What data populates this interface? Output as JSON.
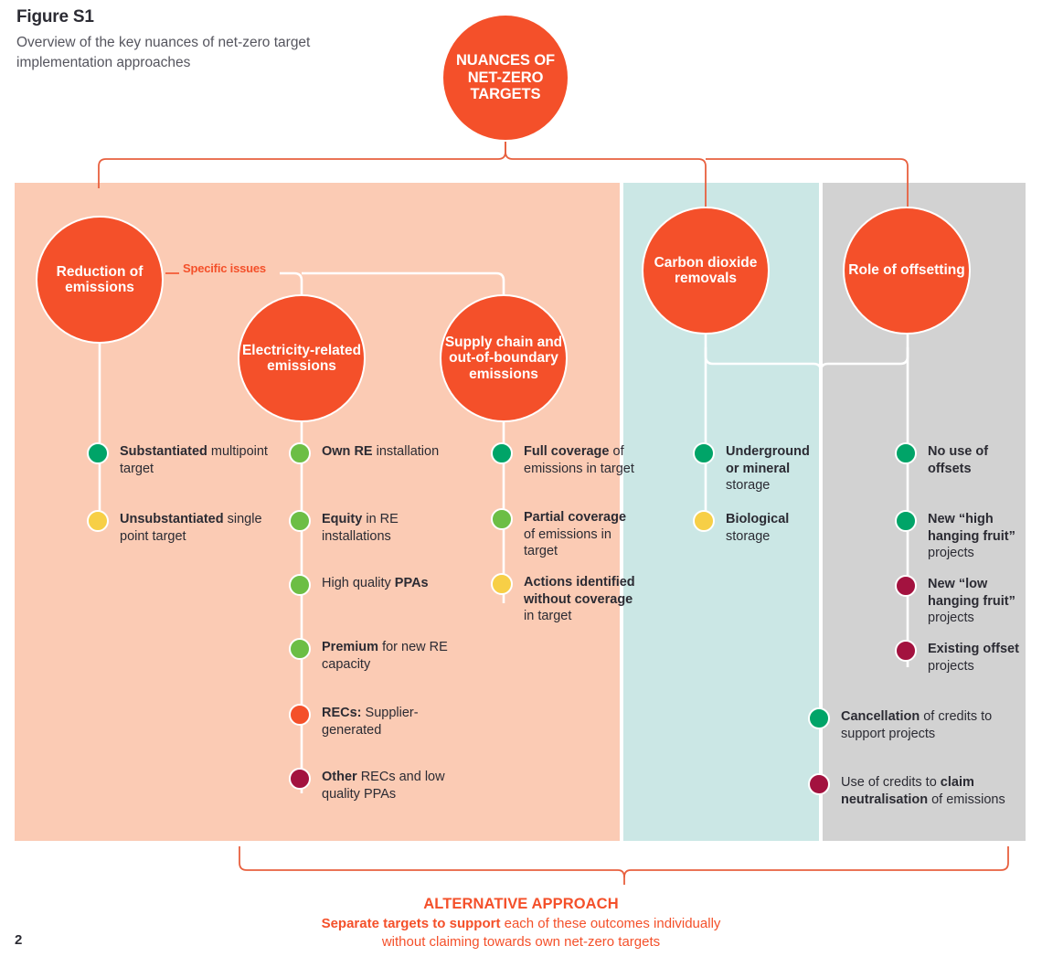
{
  "figure": {
    "title": "Figure S1",
    "subtitle": "Overview of the key nuances of net-zero target implementation approaches",
    "page_number": "2"
  },
  "colors": {
    "orange": "#f4502a",
    "panel_reduction": "#fbcbb4",
    "panel_cdr": "#cbe7e5",
    "panel_offset": "#d2d2d2",
    "dot_green": "#00a468",
    "dot_light_green": "#6cbe45",
    "dot_yellow": "#f7cf46",
    "dot_orange": "#f4502a",
    "dot_maroon": "#a3123f",
    "text": "#2b2b33"
  },
  "root": {
    "label": "NUANCES OF NET-ZERO TARGETS"
  },
  "connector_labels": {
    "specific_issues": "Specific issues"
  },
  "branches": [
    {
      "id": "reduction",
      "label": "Reduction of emissions",
      "items": [
        {
          "bold": "Substantiated",
          "rest": " multipoint target",
          "dot": "green"
        },
        {
          "bold": "Unsubstantiated",
          "rest": " single point target",
          "dot": "yellow"
        }
      ]
    },
    {
      "id": "electricity",
      "label": "Electricity-related emissions",
      "items": [
        {
          "bold": "Own RE",
          "rest": " installation",
          "dot": "light-green"
        },
        {
          "bold": "Equity",
          "rest": " in RE installations",
          "dot": "light-green"
        },
        {
          "bold": "",
          "rest": "High quality ",
          "bold_after": "PPAs",
          "dot": "light-green"
        },
        {
          "bold": "Premium",
          "rest": " for new RE capacity",
          "dot": "light-green"
        },
        {
          "bold": "RECs:",
          "rest": " Supplier-generated",
          "dot": "orange"
        },
        {
          "bold": "Other",
          "rest": " RECs and low quality PPAs",
          "dot": "maroon"
        }
      ]
    },
    {
      "id": "supply-chain",
      "label": "Supply chain and out-of-boundary emissions",
      "items": [
        {
          "bold": "Full coverage",
          "rest": " of emissions in target",
          "dot": "green"
        },
        {
          "bold": "Partial coverage",
          "rest": " of emissions in target",
          "dot": "light-green"
        },
        {
          "bold": "Actions identified without coverage",
          "rest": " in target",
          "dot": "yellow"
        }
      ]
    },
    {
      "id": "cdr",
      "label": "Carbon dioxide removals",
      "items": [
        {
          "bold": "Underground or mineral",
          "rest": " storage",
          "dot": "green"
        },
        {
          "bold": "Biological",
          "rest": " storage",
          "dot": "yellow"
        }
      ]
    },
    {
      "id": "offsetting",
      "label": "Role of offsetting",
      "items": [
        {
          "bold": "No use of offsets",
          "rest": "",
          "dot": "green"
        },
        {
          "bold": "New “high hanging fruit”",
          "rest": " projects",
          "dot": "green"
        },
        {
          "bold": "New “low hanging fruit”",
          "rest": " projects",
          "dot": "maroon"
        },
        {
          "bold": "Existing offset",
          "rest": " projects",
          "dot": "maroon"
        }
      ]
    },
    {
      "id": "shared-credits",
      "label": "",
      "items": [
        {
          "bold": "Cancellation",
          "rest": " of credits to support projects",
          "dot": "green"
        },
        {
          "bold": "",
          "rest": "Use of credits to ",
          "bold_after": "claim neutralisation",
          "rest2": " of emissions",
          "dot": "maroon"
        }
      ]
    }
  ],
  "alternative": {
    "title": "ALTERNATIVE APPROACH",
    "line1_bold": "Separate targets to support",
    "line1_rest": " each of these outcomes individually",
    "line2": "without claiming towards own net-zero targets"
  }
}
